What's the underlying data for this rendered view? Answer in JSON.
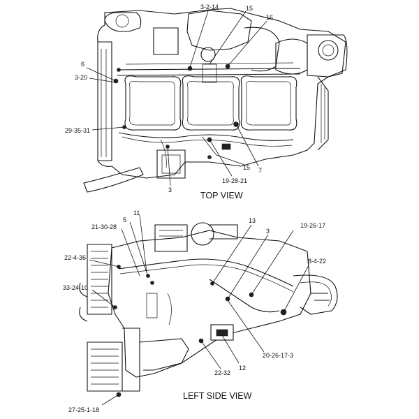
{
  "top_view": {
    "title": "TOP VIEW",
    "callouts": [
      "3-2-14",
      "15",
      "16",
      "6",
      "3-20",
      "29-35-31",
      "15",
      "7",
      "19-28-21",
      "3"
    ]
  },
  "left_side_view": {
    "title": "LEFT SIDE VIEW",
    "callouts": [
      "11",
      "5",
      "21-30-28",
      "13",
      "3",
      "19-26-17",
      "22-4-36",
      "8-4-22",
      "33-24-10",
      "22-32",
      "12",
      "20-26-17-3",
      "27-25-1-18"
    ]
  }
}
